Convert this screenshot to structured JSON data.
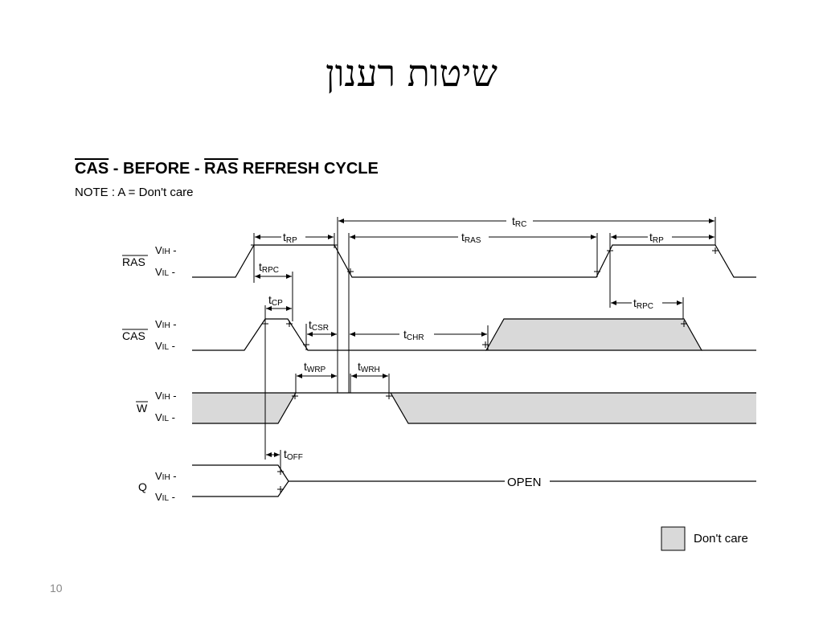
{
  "slide": {
    "title": "שיטות רענון",
    "number": "10"
  },
  "diagram": {
    "heading_parts": [
      "CAS",
      " - BEFORE - ",
      "RAS",
      " REFRESH CYCLE"
    ],
    "note": "NOTE : A = Don't care",
    "levels": {
      "high": "VIH -",
      "low": "VIL -"
    },
    "signals": {
      "ras": "RAS",
      "cas": "CAS",
      "w": "W",
      "q": "Q"
    },
    "timings": {
      "trc": "tRC",
      "trp_1": "tRP",
      "tras": "tRAS",
      "trp_2": "tRP",
      "trpc_1": "tRPC",
      "tcp": "tCP",
      "tcsr": "tCSR",
      "tchr": "tCHR",
      "trpc_2": "tRPC",
      "twrp": "tWRP",
      "twrh": "tWRH",
      "toff": "tOFF"
    },
    "q_state": "OPEN",
    "legend": {
      "label": "Don't care",
      "color": "#d9d9d9"
    }
  }
}
